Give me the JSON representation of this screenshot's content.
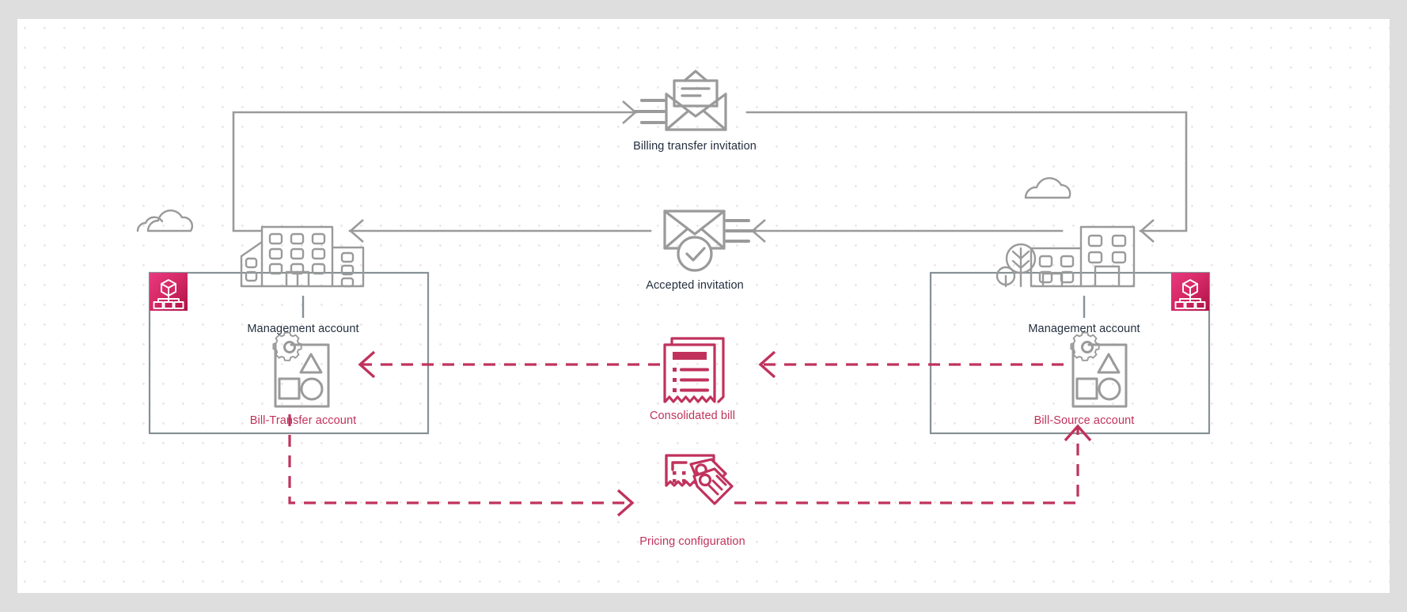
{
  "page": {
    "background_color": "#dededf",
    "canvas_color": "#ffffff",
    "dot_grid_color": "#f0e4e8"
  },
  "palette": {
    "gray_stroke": "#9a9a9a",
    "dark_gray_stroke": "#879196",
    "crimson": "#c0325c",
    "crimson_dark": "#b0154a",
    "magenta": "#e8397f",
    "text": "#232f3e"
  },
  "groups": [
    {
      "id": "left-org",
      "name": "management-account-group-left",
      "label": "Management account",
      "badge_icon": "aws-organizations-icon",
      "badge_side": "left",
      "account": {
        "label": "Bill-Transfer account",
        "icon": "aws-account-icon"
      }
    },
    {
      "id": "right-org",
      "name": "management-account-group-right",
      "label": "Management account",
      "badge_icon": "aws-organizations-icon",
      "badge_side": "right",
      "account": {
        "label": "Bill-Source account",
        "icon": "aws-account-icon"
      }
    }
  ],
  "nodes": [
    {
      "id": "billing-transfer-invitation",
      "label": "Billing transfer invitation",
      "icon": "envelope-open-with-letter-icon",
      "color": "#9a9a9a"
    },
    {
      "id": "accepted-invitation",
      "label": "Accepted invitation",
      "icon": "envelope-check-icon",
      "color": "#9a9a9a"
    },
    {
      "id": "consolidated-bill",
      "label": "Consolidated bill",
      "icon": "receipt-invoice-icon",
      "color": "#c0325c"
    },
    {
      "id": "pricing-configuration",
      "label": "Pricing configuration",
      "icon": "receipt-price-tag-icon",
      "color": "#c0325c"
    }
  ],
  "decor": [
    {
      "id": "cloud-left",
      "icon": "cloud-icon"
    },
    {
      "id": "cloud-right",
      "icon": "cloud-icon"
    },
    {
      "id": "buildings-left",
      "icon": "office-buildings-icon"
    },
    {
      "id": "buildings-right",
      "icon": "office-buildings-with-trees-icon"
    }
  ],
  "flows": [
    {
      "id": "flow-invite-out",
      "style": "solid",
      "color": "#9a9a9a",
      "from": "management-account-group-left",
      "to": "billing-transfer-invitation"
    },
    {
      "id": "flow-invite-to-right",
      "style": "solid",
      "color": "#9a9a9a",
      "from": "billing-transfer-invitation",
      "to": "management-account-group-right"
    },
    {
      "id": "flow-accept-from-right",
      "style": "solid",
      "color": "#9a9a9a",
      "from": "management-account-group-right",
      "to": "accepted-invitation"
    },
    {
      "id": "flow-accept-to-left",
      "style": "solid",
      "color": "#9a9a9a",
      "from": "accepted-invitation",
      "to": "management-account-group-left"
    },
    {
      "id": "flow-bill-from-source",
      "style": "dashed",
      "color": "#c0325c",
      "from": "bill-source-account",
      "to": "consolidated-bill"
    },
    {
      "id": "flow-bill-to-transfer",
      "style": "dashed",
      "color": "#c0325c",
      "from": "consolidated-bill",
      "to": "bill-transfer-account"
    },
    {
      "id": "flow-pricing-from-transfer",
      "style": "dashed",
      "color": "#c0325c",
      "from": "bill-transfer-account",
      "to": "pricing-configuration"
    },
    {
      "id": "flow-pricing-to-source",
      "style": "dashed",
      "color": "#c0325c",
      "from": "pricing-configuration",
      "to": "bill-source-account"
    }
  ]
}
